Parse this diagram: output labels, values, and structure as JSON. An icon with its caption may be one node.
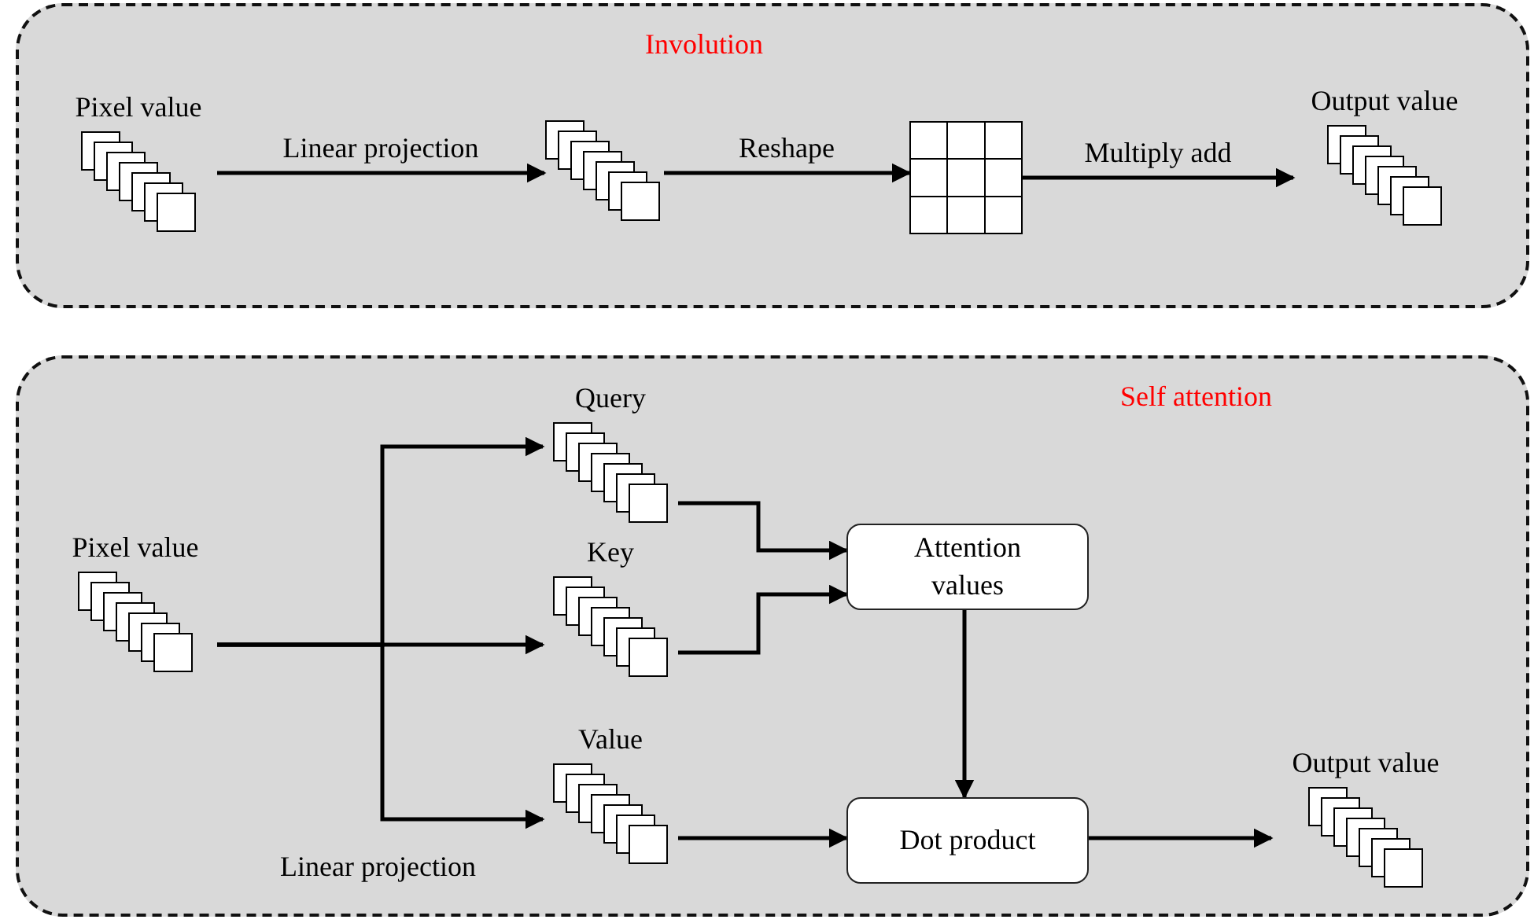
{
  "diagram": {
    "nodes": [
      {
        "text": [
          "Involution"
        ]
      },
      {
        "text": [
          "Pixel value"
        ],
        "in": 0
      },
      {
        "text": [],
        "shape": "picture",
        "in": 0
      },
      {
        "text": [],
        "shape": "box",
        "in": 0
      },
      {
        "text": [
          "Output value"
        ],
        "in": 0
      },
      {
        "text": [
          "Self attention"
        ]
      },
      {
        "text": [
          "Pixel value"
        ],
        "in": 5
      },
      {
        "text": [
          "Query"
        ],
        "in": 5
      },
      {
        "text": [
          "Key"
        ],
        "in": 5
      },
      {
        "text": [
          "Value"
        ],
        "in": 5
      },
      {
        "text": [
          "Attention values"
        ],
        "in": 5
      },
      {
        "text": [
          "Dot product"
        ],
        "in": 5
      },
      {
        "text": [
          "Output value"
        ],
        "in": 5
      }
    ],
    "edges": [
      {
        "from": 1,
        "to": 2,
        "arrow": "to",
        "label": "Linear projection"
      },
      {
        "from": 2,
        "to": 3,
        "arrow": "to",
        "label": "Reshape"
      },
      {
        "from": 3,
        "to": 4,
        "arrow": "to",
        "label": "Multiply add"
      },
      {
        "from": 6,
        "to": 7,
        "arrow": "to"
      },
      {
        "from": 6,
        "to": 8,
        "arrow": "to"
      },
      {
        "from": 6,
        "to": 9,
        "arrow": "to"
      },
      {
        "from": 7,
        "to": 10,
        "arrow": "to"
      },
      {
        "from": 8,
        "to": 10,
        "arrow": "to"
      },
      {
        "from": 10,
        "to": 11,
        "arrow": "to"
      },
      {
        "from": 9,
        "to": 11,
        "arrow": "to"
      },
      {
        "from": 11,
        "to": 12,
        "arrow": "to"
      }
    ],
    "labels": [
      "Linear projection"
    ]
  }
}
